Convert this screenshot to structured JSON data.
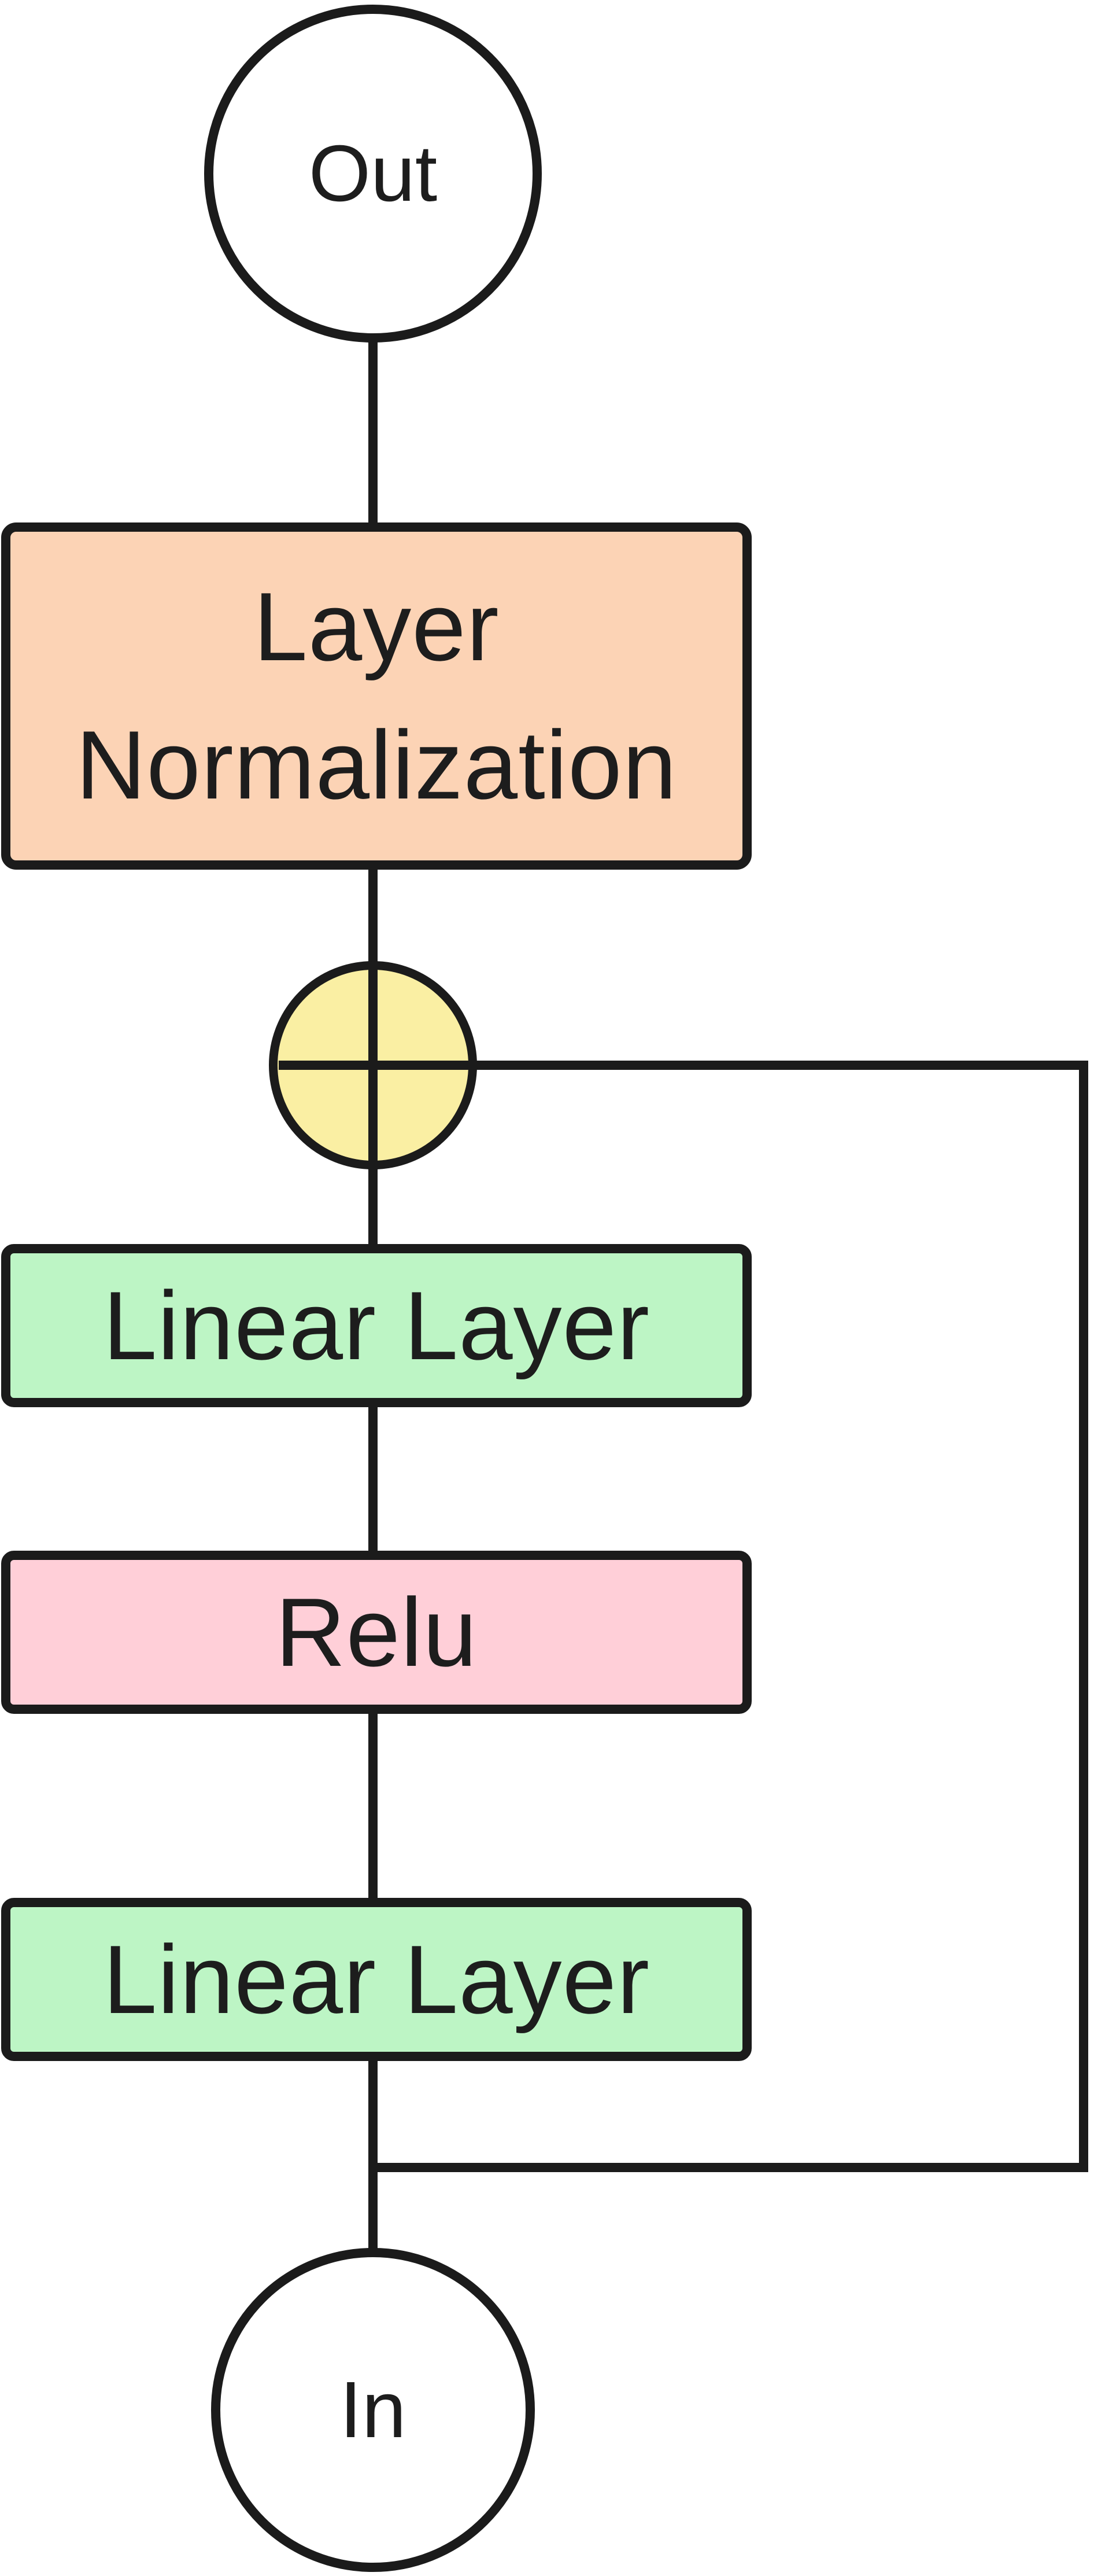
{
  "diagram": {
    "nodes": {
      "out": {
        "label": "Out"
      },
      "layer_norm": {
        "label": "Layer Normalization",
        "fill": "#fcd3b5"
      },
      "add": {
        "symbol_name": "plus-in-circle",
        "fill": "#faefa3"
      },
      "linear_top": {
        "label": "Linear Layer",
        "fill": "#bdf5c5"
      },
      "relu": {
        "label": "Relu",
        "fill": "#ffcfd8"
      },
      "linear_bottom": {
        "label": "Linear Layer",
        "fill": "#bdf5c5"
      },
      "in": {
        "label": "In"
      }
    },
    "colors": {
      "stroke": "#1b1b1b",
      "background": "#ffffff"
    }
  }
}
